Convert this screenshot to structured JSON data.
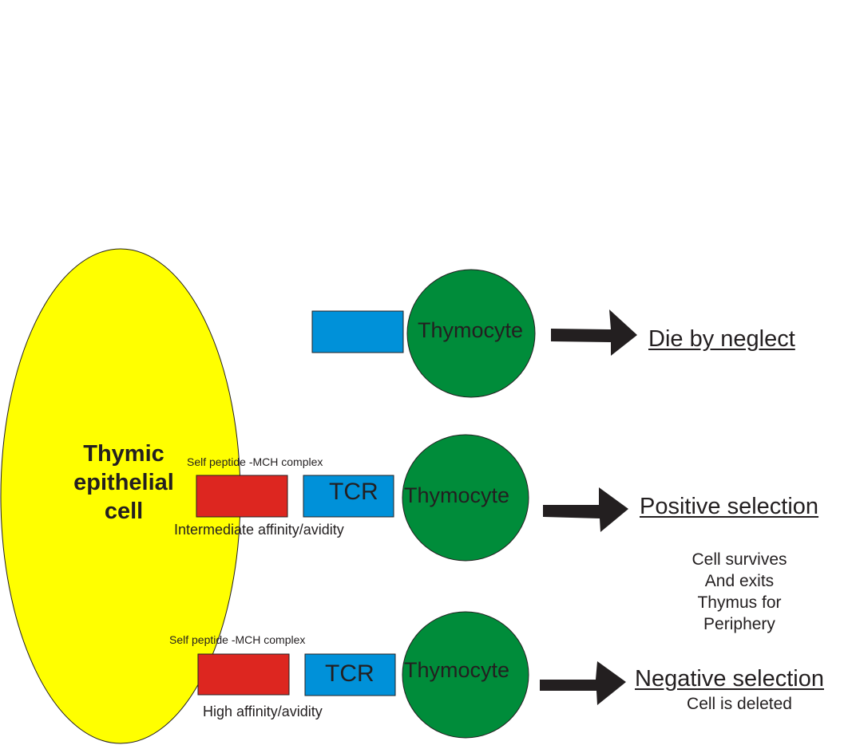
{
  "epithelial_cell": {
    "line1": "Thymic",
    "line2": "epithelial",
    "line3": "cell"
  },
  "rows": [
    {
      "thymocyte": "Thymocyte",
      "tcr": "",
      "outcome": "Die by neglect"
    },
    {
      "complex": "Self peptide -MCH complex",
      "affinity": "Intermediate affinity/avidity",
      "tcr": "TCR",
      "thymocyte": "Thymocyte",
      "outcome": "Positive selection",
      "fate": [
        "Cell survives",
        "And exits",
        "Thymus for",
        "Periphery"
      ]
    },
    {
      "complex": "Self peptide -MCH complex",
      "affinity": "High affinity/avidity",
      "tcr": "TCR",
      "thymocyte": "Thymocyte",
      "outcome": "Negative selection",
      "fate": [
        "Cell is deleted"
      ]
    }
  ],
  "colors": {
    "epithelial_cell": "#ffff00",
    "thymocyte": "#008c3a",
    "tcr": "#0091d9",
    "self_peptide_mhc": "#dd2620",
    "arrow": "#231f20"
  }
}
